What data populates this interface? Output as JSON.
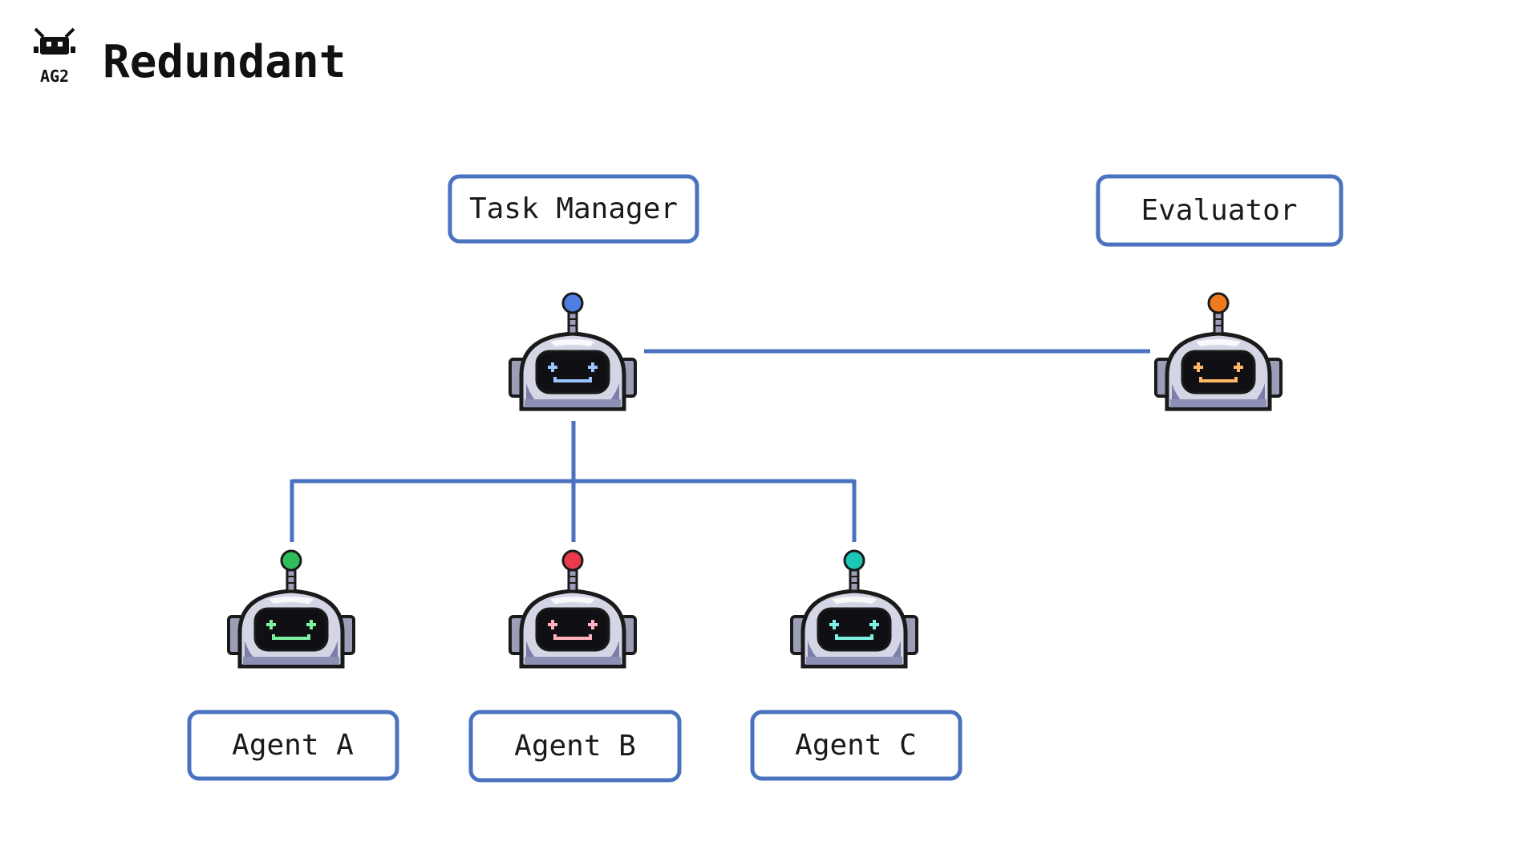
{
  "header": {
    "logo_text": "AG2",
    "title": "Redundant"
  },
  "nodes": {
    "task_manager": {
      "label": "Task Manager",
      "antenna_color": "#4f7de0",
      "eye_color": "#9bc4ff"
    },
    "evaluator": {
      "label": "Evaluator",
      "antenna_color": "#f07a1e",
      "eye_color": "#ffb76a"
    },
    "agent_a": {
      "label": "Agent A",
      "antenna_color": "#2fbf5a",
      "eye_color": "#7cf2a0"
    },
    "agent_b": {
      "label": "Agent B",
      "antenna_color": "#ea3b4c",
      "eye_color": "#ffb2bd"
    },
    "agent_c": {
      "label": "Agent C",
      "antenna_color": "#1cc8b5",
      "eye_color": "#7ff0e2"
    }
  },
  "colors": {
    "connector": "#4a72bf",
    "box_border": "#4a72bf",
    "robot_body": "#d4d6e6",
    "robot_shadow": "#6d6f9a",
    "robot_outline": "#1a1a1a"
  },
  "edges": [
    {
      "from": "task_manager",
      "to": "evaluator"
    },
    {
      "from": "task_manager",
      "to": "agent_a"
    },
    {
      "from": "task_manager",
      "to": "agent_b"
    },
    {
      "from": "task_manager",
      "to": "agent_c"
    }
  ]
}
